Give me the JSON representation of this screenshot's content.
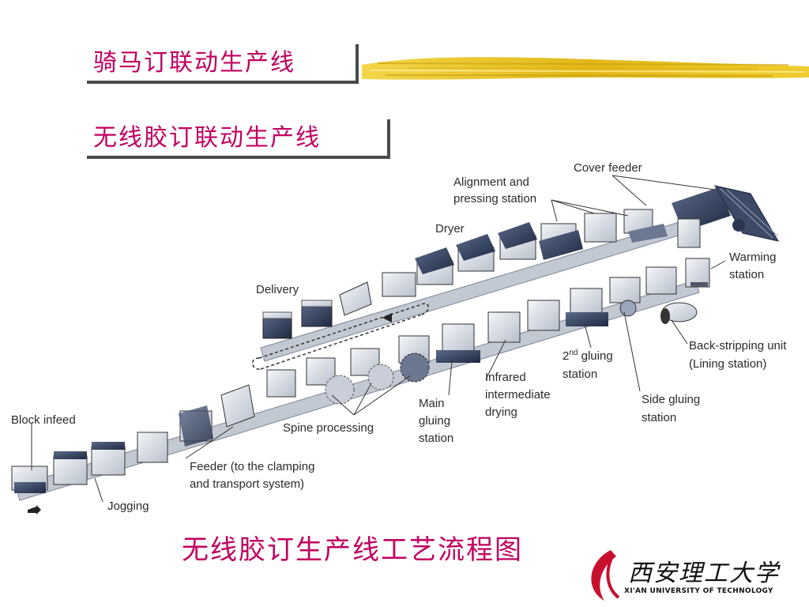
{
  "titles": {
    "saddle_stitch": "骑马订联动生产线",
    "perfect_binding": "无线胶订联动生产线"
  },
  "diagram": {
    "labels": {
      "cover_feeder": "Cover feeder",
      "alignment_1": "Alignment and",
      "alignment_2": "pressing station",
      "dryer": "Dryer",
      "delivery": "Delivery",
      "warming_1": "Warming",
      "warming_2": "station",
      "backstrip_1": "Back-stripping unit",
      "backstrip_2": "(Lining station)",
      "second_gluing_pre": "2",
      "second_gluing_sup": "nd",
      "second_gluing_post": " gluing",
      "second_gluing_2": "station",
      "side_gluing_1": "Side gluing",
      "side_gluing_2": "station",
      "infrared_1": "Infrared",
      "infrared_2": "intermediate",
      "infrared_3": "drying",
      "main_gluing_1": "Main",
      "main_gluing_2": "gluing",
      "main_gluing_3": "station",
      "spine": "Spine processing",
      "feeder_1": "Feeder (to the clamping",
      "feeder_2": "and transport system)",
      "block_infeed": "Block infeed",
      "jogging": "Jogging"
    }
  },
  "caption": "无线胶订生产线工艺流程图",
  "logo": {
    "chinese": "西安理工大学",
    "english": "XI'AN UNIVERSITY OF TECHNOLOGY"
  },
  "colors": {
    "title": "#c00060",
    "brush": "#e8c020",
    "machine_dark": "#2e3d5c",
    "machine_light": "#d8dde6"
  }
}
